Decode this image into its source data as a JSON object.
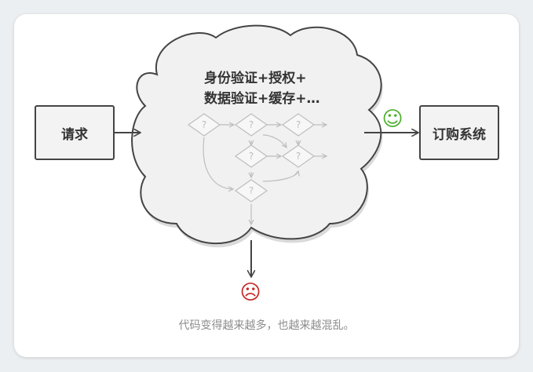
{
  "diagram": {
    "request_label": "请求",
    "order_system_label": "订购系统",
    "cloud_title_line1": "身份验证+授权+",
    "cloud_title_line2": "数据验证+缓存+…",
    "decision_glyph": "?",
    "caption": "代码变得越来越多，也越来越混乱。",
    "happy_face": "☺",
    "sad_face": "☹"
  },
  "colors": {
    "happy": "#4caf2e",
    "sad": "#c62828",
    "box_border": "#444444",
    "cloud_fill": "#f1f1f1",
    "flow_lines": "#bdbdbd"
  }
}
